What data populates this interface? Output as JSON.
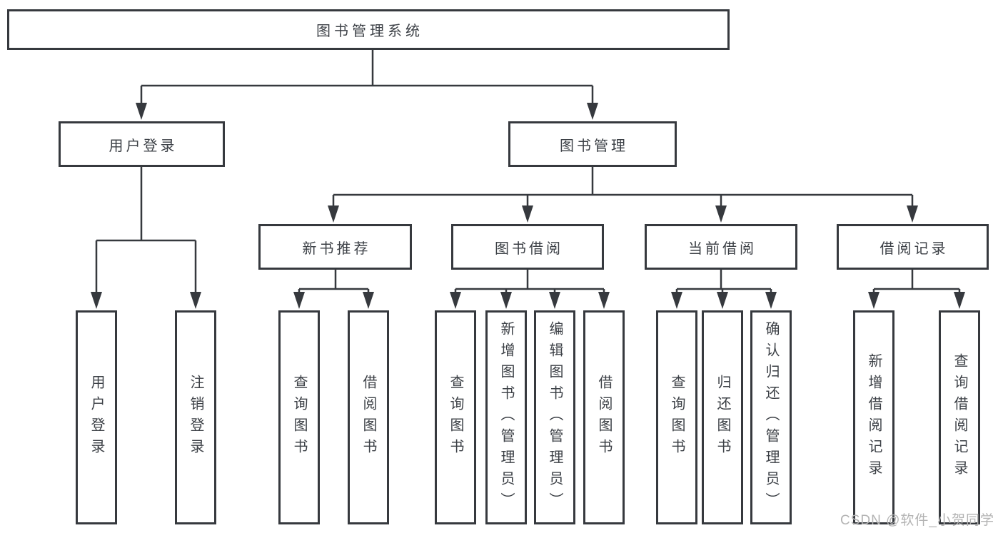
{
  "diagram": {
    "type": "hierarchy-tree",
    "orientation": "top-down"
  },
  "colors": {
    "line": "#36393e",
    "box_border": "#36393e",
    "text": "#3c4046",
    "watermark": "#b3b3b3",
    "background": "#ffffff"
  },
  "tree": {
    "label": "图书管理系统",
    "children": [
      {
        "label": "用户登录",
        "children": [
          {
            "label": "用户登录"
          },
          {
            "label": "注销登录"
          }
        ]
      },
      {
        "label": "图书管理",
        "children": [
          {
            "label": "新书推荐",
            "children": [
              {
                "label": "查询图书"
              },
              {
                "label": "借阅图书"
              }
            ]
          },
          {
            "label": "图书借阅",
            "children": [
              {
                "label": "查询图书"
              },
              {
                "label": "新增图书（管理员）"
              },
              {
                "label": "编辑图书（管理员）"
              },
              {
                "label": "借阅图书"
              }
            ]
          },
          {
            "label": "当前借阅",
            "children": [
              {
                "label": "查询图书"
              },
              {
                "label": "归还图书"
              },
              {
                "label": "确认归还（管理员）"
              }
            ]
          },
          {
            "label": "借阅记录",
            "children": [
              {
                "label": "新增借阅记录"
              },
              {
                "label": "查询借阅记录"
              }
            ]
          }
        ]
      }
    ]
  },
  "watermark": {
    "text": "CSDN @软件_小贺同学"
  }
}
